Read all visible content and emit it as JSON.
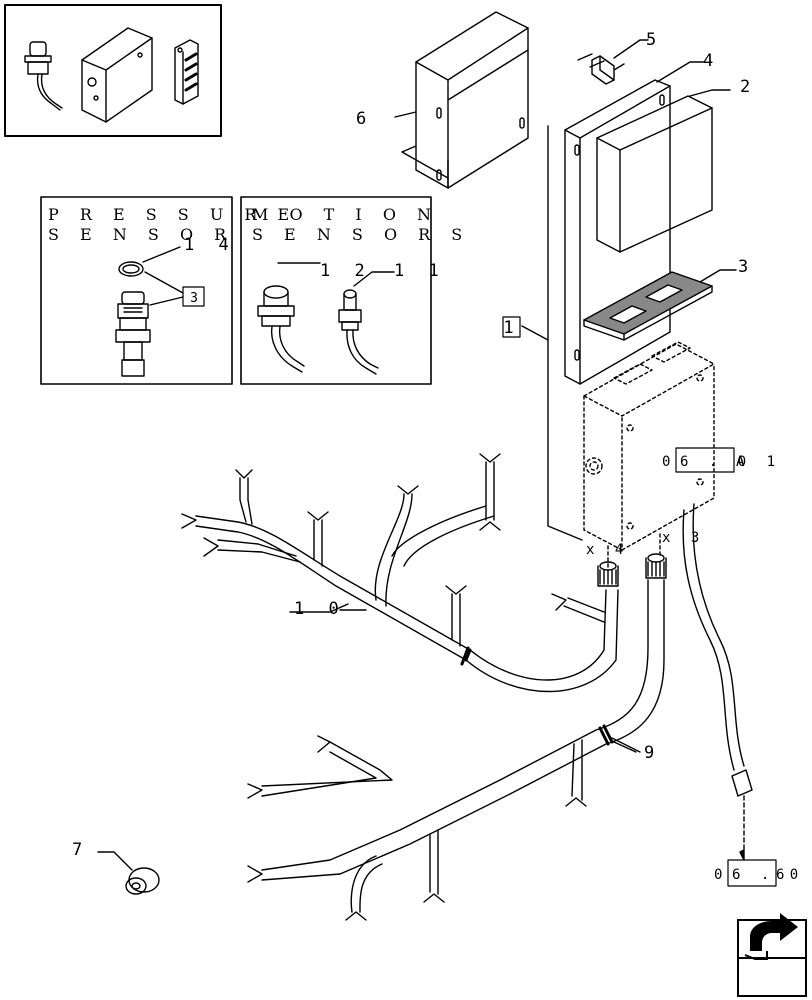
{
  "callouts": {
    "c1": "1",
    "c2": "2",
    "c3": "3",
    "c3b": "3",
    "c4": "4",
    "c5": "5",
    "c6": "6",
    "c7": "7",
    "c9": "9",
    "c10": "1 0",
    "c11": "1 1",
    "c12": "1 2",
    "c14": "1 4"
  },
  "captions": {
    "pressure_line1": "P R E S S U R E",
    "pressure_line2": "S E N S O R",
    "motion_line1": "M O T I O N",
    "motion_line2": "S E N S O R S"
  },
  "quantities": {
    "x4": "x 4",
    "x3": "x 3"
  },
  "references": {
    "ref_a_prefix": "0",
    "ref_a_boxed": "6 . 0 1",
    "ref_a_suffix": "A",
    "ref_b_prefix": "0",
    "ref_b_boxed": "6 . 0",
    "ref_b_suffix": "6"
  },
  "nav": {
    "icon": "next-page-arrow-icon"
  }
}
